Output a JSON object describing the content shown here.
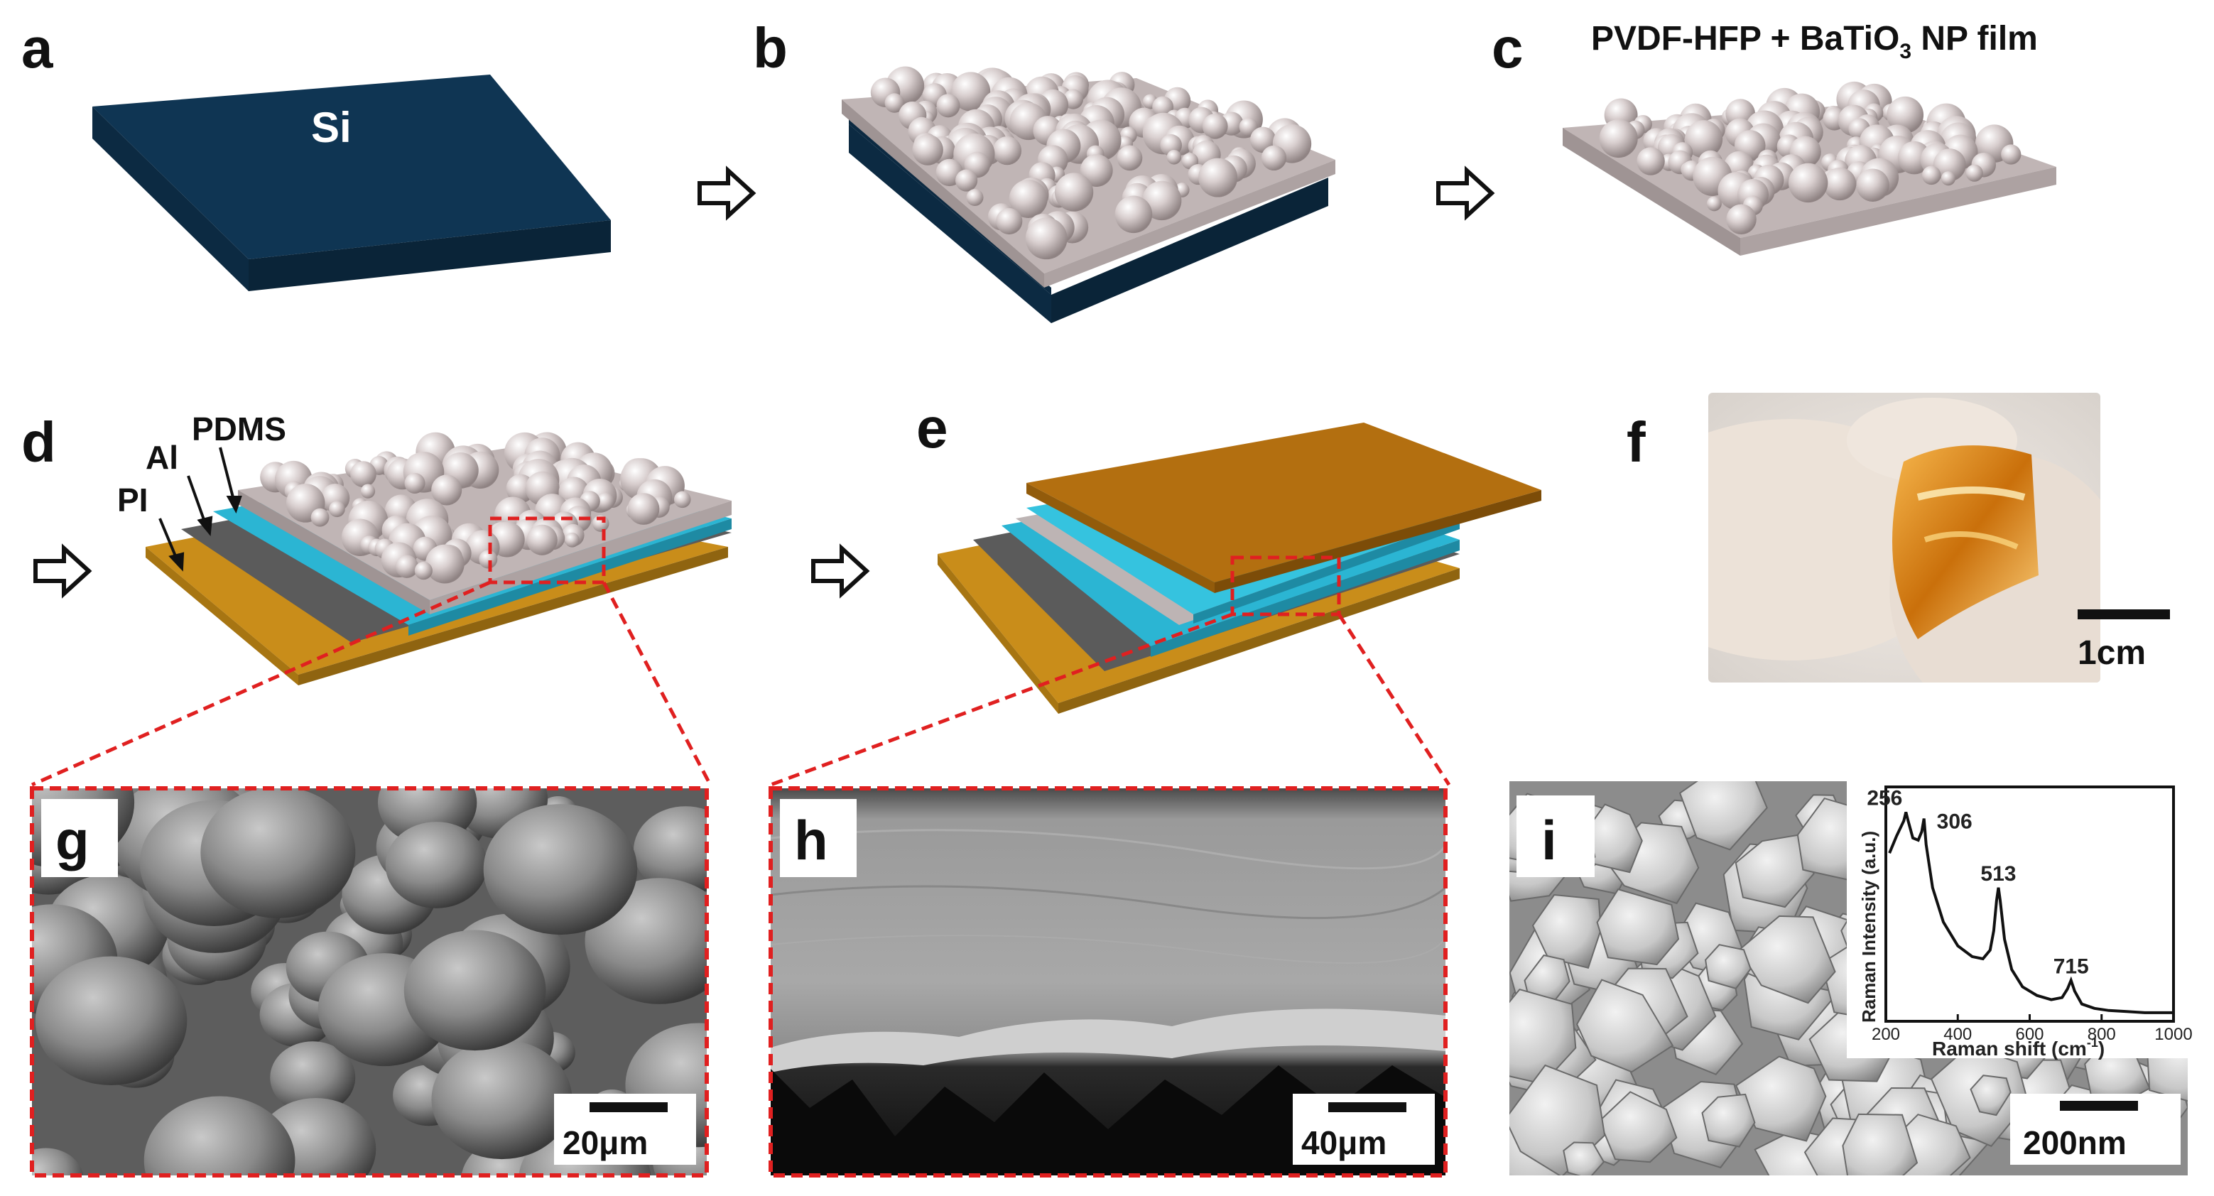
{
  "panels": {
    "a": {
      "label": "a",
      "substrate": "Si"
    },
    "b": {
      "label": "b"
    },
    "c": {
      "label": "c",
      "title_main": "PVDF-HFP + BaTiO",
      "title_sub": "3",
      "title_tail": " NP film"
    },
    "d": {
      "label": "d",
      "layers": {
        "pdms": "PDMS",
        "al": "Al",
        "pi": "PI"
      }
    },
    "e": {
      "label": "e"
    },
    "f": {
      "label": "f",
      "scale": "1cm"
    },
    "g": {
      "label": "g",
      "scale_prefix": "20",
      "scale_unit": "μm"
    },
    "h": {
      "label": "h",
      "scale_prefix": "40",
      "scale_unit": "μm"
    },
    "i": {
      "label": "i",
      "scale": "200nm"
    }
  },
  "colors": {
    "si_top": "#0e3350",
    "si_side": "#0a2236",
    "film": "#bdb2b2",
    "sphere": "#d6cccc",
    "pdms": "#2ab7d4",
    "al": "#5b5b5b",
    "pi": "#c98d1a",
    "top_electrode": "#b36f10",
    "zoom": "#e02020"
  },
  "chart_data": {
    "type": "line",
    "xlabel": "Raman shift (cm",
    "xlabel_sup": "-1",
    "xlabel_tail": ")",
    "ylabel": "Raman Intensity (a.u.)",
    "xlim": [
      200,
      1000
    ],
    "xticks": [
      "200",
      "400",
      "600",
      "800",
      "1000"
    ],
    "x": [
      210,
      230,
      250,
      256,
      262,
      275,
      290,
      300,
      306,
      312,
      330,
      360,
      400,
      440,
      470,
      490,
      500,
      508,
      513,
      518,
      530,
      550,
      580,
      620,
      660,
      690,
      705,
      715,
      725,
      745,
      780,
      820,
      870,
      920,
      1000
    ],
    "y": [
      0.78,
      0.86,
      0.93,
      0.97,
      0.93,
      0.85,
      0.84,
      0.88,
      0.94,
      0.82,
      0.62,
      0.46,
      0.35,
      0.3,
      0.29,
      0.33,
      0.42,
      0.56,
      0.62,
      0.56,
      0.38,
      0.24,
      0.16,
      0.12,
      0.1,
      0.11,
      0.15,
      0.19,
      0.14,
      0.08,
      0.06,
      0.05,
      0.045,
      0.04,
      0.04
    ],
    "annotations": [
      {
        "x": 256,
        "text": "256"
      },
      {
        "x": 306,
        "text": "306"
      },
      {
        "x": 513,
        "text": "513"
      },
      {
        "x": 715,
        "text": "715"
      }
    ]
  }
}
